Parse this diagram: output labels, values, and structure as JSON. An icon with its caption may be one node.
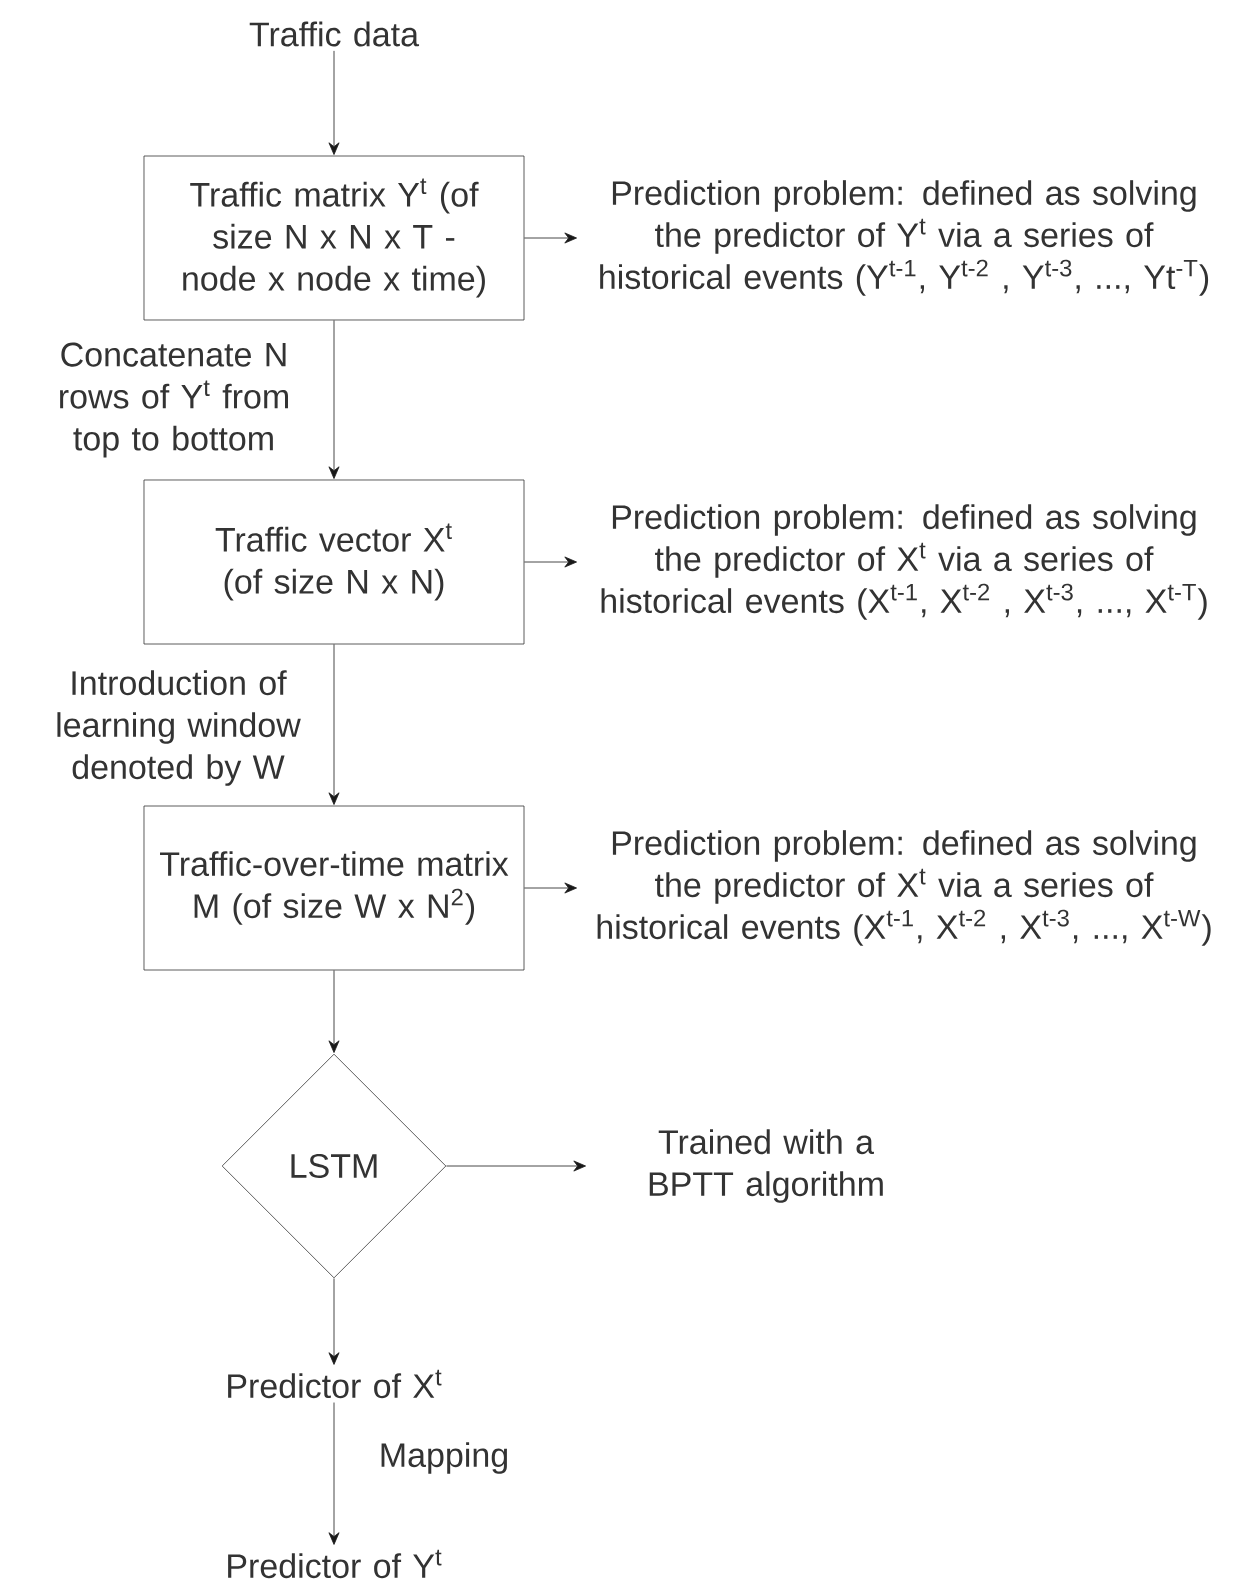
{
  "diagram": {
    "nodes": [
      {
        "text": [
          "Traffic data"
        ]
      },
      {
        "text": [
          "Traffic matrix Y$^{t}$ (of size N x N x T - node x node x time)"
        ]
      },
      {
        "text": [
          "Prediction problem: defined as solving the predictor of Y$^{t}$ via a series of historical events (Y$^{t-1}$, Y$^{t-2}$ , Y$^{t-3}$, ..., Yt$^{-T}$)"
        ]
      },
      {
        "text": [
          "Traffic vector X$^{t}$ (of size N x N)"
        ]
      },
      {
        "text": [
          "Prediction problem: defined as solving the predictor of X$^{t}$ via a series of historical events (X$^{t-1}$, X$^{t-2}$ , X$^{t-3}$, ..., X$^{t-T}$)"
        ]
      },
      {
        "text": [
          "Traffic-over-time matrix M (of size W x N$^{2}$)"
        ]
      },
      {
        "text": [
          "Prediction problem: defined as solving the predictor of X$^{t}$ via a series of historical events (X$^{t-1}$, X$^{t-2}$ , X$^{t-3}$, ..., X$^{t-W}$)"
        ]
      },
      {
        "text": [
          "LSTM"
        ]
      },
      {
        "text": [
          "Trained with a BPTT algorithm"
        ]
      },
      {
        "text": [
          "Predictor of X$^{t}$"
        ]
      },
      {
        "text": [
          "Predictor of Y$^{t}$"
        ]
      }
    ],
    "edges": [
      {
        "from": 0,
        "to": 1,
        "arrow": "to"
      },
      {
        "from": 1,
        "to": 2,
        "arrow": "to"
      },
      {
        "from": 1,
        "to": 3,
        "arrow": "to",
        "label": "Concatenate N rows of Y$^{t}$ from top to bottom"
      },
      {
        "from": 3,
        "to": 4,
        "arrow": "to"
      },
      {
        "from": 3,
        "to": 5,
        "arrow": "to",
        "label": "Introduction of learning window denoted by W"
      },
      {
        "from": 5,
        "to": 6,
        "arrow": "to"
      },
      {
        "from": 5,
        "to": 7,
        "arrow": "to"
      },
      {
        "from": 7,
        "to": 8,
        "arrow": "to"
      },
      {
        "from": 7,
        "to": 9,
        "arrow": "to"
      },
      {
        "from": 9,
        "to": 10,
        "arrow": "to",
        "label": "Mapping"
      }
    ]
  }
}
